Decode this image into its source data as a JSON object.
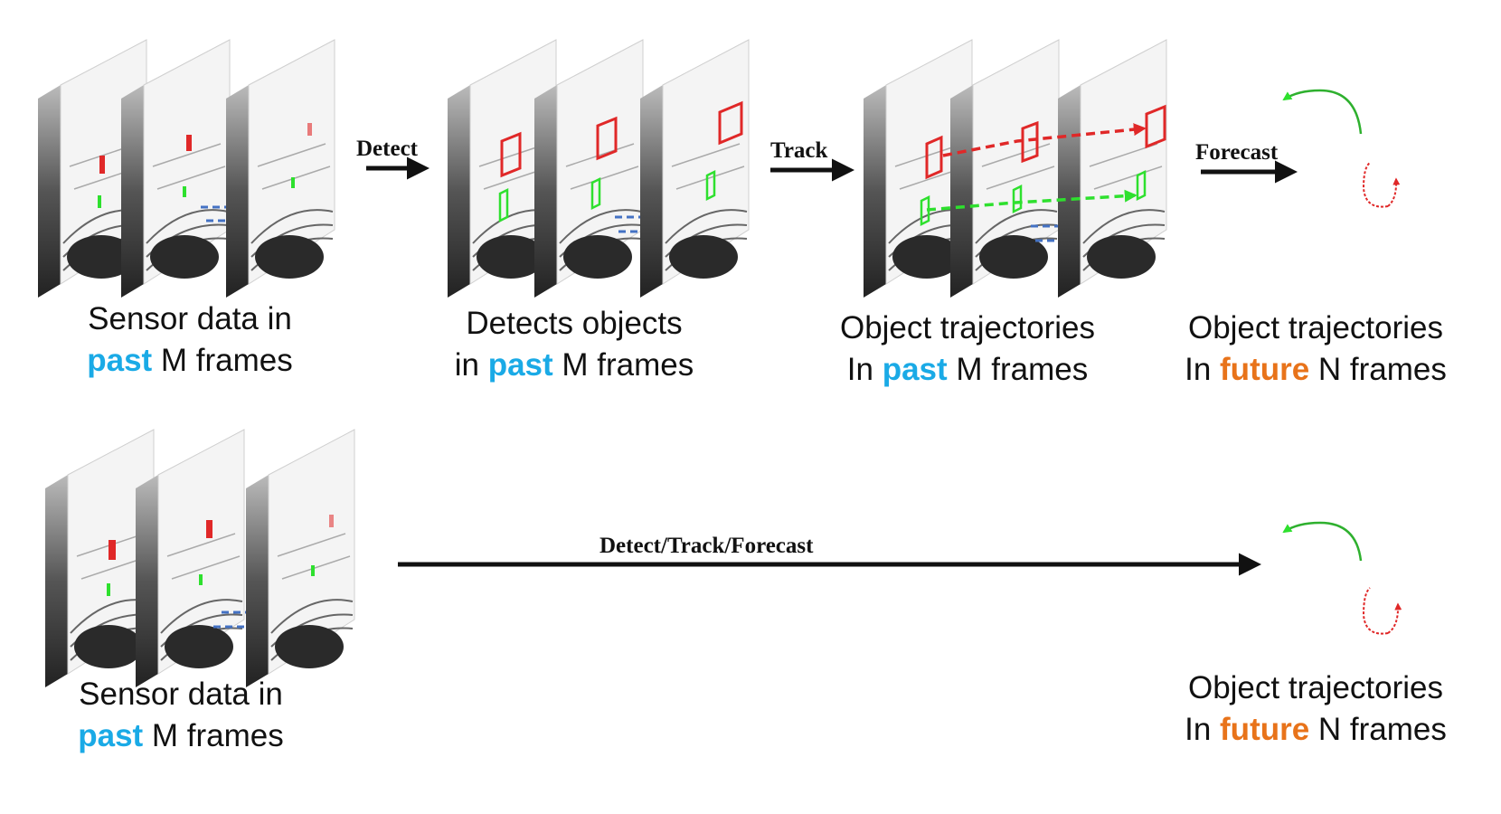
{
  "colors": {
    "past": "#1aaae6",
    "future": "#e8731a",
    "detection_red": "#e02828",
    "detection_green": "#2ee02e",
    "frame_separator": "#4472c4",
    "arrow": "#111111"
  },
  "top_row": {
    "stages": [
      {
        "line1": "Sensor data in",
        "highlight": "past",
        "rest": " M frames"
      },
      {
        "line1": "Detects objects",
        "prefix": "in ",
        "highlight": "past",
        "rest": " M frames"
      },
      {
        "line1": "Object trajectories",
        "prefix": "In ",
        "highlight": "past",
        "rest": " M frames"
      },
      {
        "line1": "Object trajectories",
        "prefix": "In ",
        "highlight": "future",
        "rest": " N frames"
      }
    ],
    "arrows": [
      "Detect",
      "Track",
      "Forecast"
    ]
  },
  "bottom_row": {
    "stages": [
      {
        "line1": "Sensor data in",
        "highlight": "past",
        "rest": " M frames"
      },
      {
        "line1": "Object trajectories",
        "prefix": "In ",
        "highlight": "future",
        "rest": " N frames"
      }
    ],
    "arrow": "Detect/Track/Forecast"
  }
}
